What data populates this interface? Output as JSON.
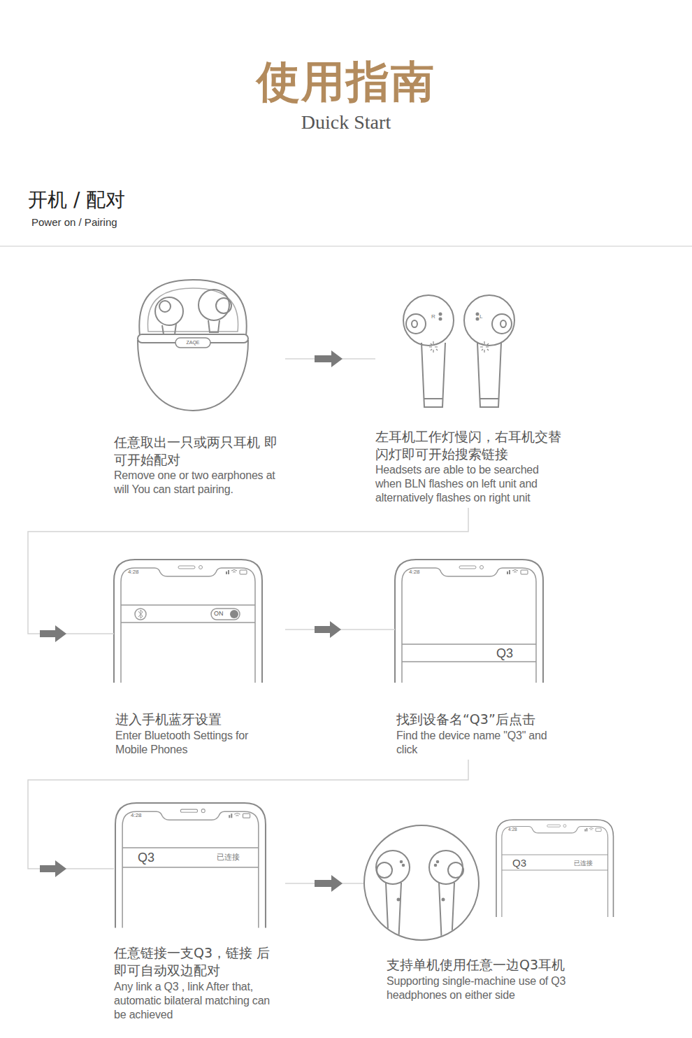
{
  "diagram": {
    "title": "使用指南",
    "nodes": [
      {
        "text": [
          "任意取出一只或两只耳机 即可开始配对",
          "Remove one or two earphones at will You can start pairing."
        ]
      },
      {
        "text": [
          "左耳机工作灯慢闪，右耳机交替 闪灯即可开始搜索链接",
          "Headsets are able to be searched when BLN flashes on left unit and alternatively flashes on right unit"
        ]
      },
      {
        "text": [
          "4:28",
          "ON",
          "进入手机蓝牙设置",
          "Enter Bluetooth Settings for Mobile Phones"
        ]
      },
      {
        "text": [
          "4:28",
          "Q3",
          "找到设备名“Q3”后点击",
          "Find the device name \"Q3\" and click"
        ]
      },
      {
        "text": [
          "4:28",
          "Q3",
          "已连接",
          "任意链接一支Q3，链接 后即可自动双边配对",
          "Any link a Q3 , link After that, automatic bilateral matching can be achieved"
        ]
      },
      {
        "text": [
          "4:28",
          "Q3",
          "已连接",
          "支持单机使用任意一边Q3耳机",
          "Supporting single-machine use of Q3 headphones on either side"
        ]
      }
    ],
    "edges": [
      {
        "from": 0,
        "to": 1,
        "arrow": "to"
      },
      {
        "from": 1,
        "to": 2,
        "arrow": "to"
      },
      {
        "from": 2,
        "to": 3,
        "arrow": "to"
      },
      {
        "from": 3,
        "to": 4,
        "arrow": "to"
      },
      {
        "from": 4,
        "to": 5,
        "arrow": "to"
      }
    ],
    "labels": [
      "Duick Start",
      "开机 / 配对",
      "Power on / Pairing",
      "ZAQE",
      "R",
      "L"
    ]
  }
}
